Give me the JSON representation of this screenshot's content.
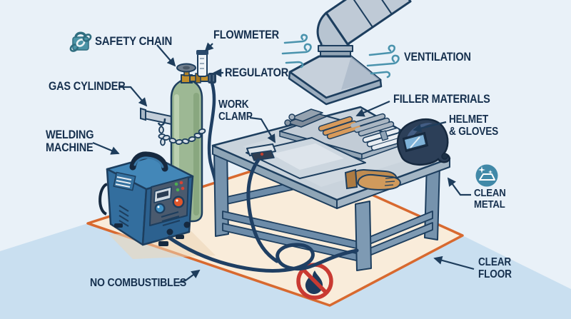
{
  "labels": {
    "safety_chain": {
      "text": "SAFETY CHAIN"
    },
    "flowmeter": {
      "text": "FLOWMETER"
    },
    "regulator": {
      "text": "REGULATOR"
    },
    "gas_cylinder": {
      "text": "GAS CYLINDER"
    },
    "welding_machine": {
      "line1": "WELDING",
      "line2": "MACHINE"
    },
    "work_clamp": {
      "line1": "WORK",
      "line2": "CLAMP"
    },
    "ventilation": {
      "text": "VENTILATION"
    },
    "filler_materials": {
      "text": "FILLER MATERIALS"
    },
    "helmet_gloves": {
      "line1": "HELMET",
      "line2": "& GLOVES"
    },
    "clean_metal": {
      "line1": "CLEAN",
      "line2": "METAL"
    },
    "clear_floor": {
      "line1": "CLEAR",
      "line2": "FLOOR"
    },
    "no_combustibles": {
      "text": "NO COMBUSTIBLES"
    }
  },
  "icons": {
    "safety_chain_icon": "padlock-with-chain",
    "ventilation_wind_icons": "wind-swirl",
    "clean_metal_icon": "sparkling-metal-badge",
    "no_open_flame_icon": "prohibited-flame"
  },
  "colors": {
    "label_text": "#16304e",
    "arrow": "#1e3d5c",
    "icon_teal": "#4189a8",
    "prohibition_red": "#c93a32",
    "zone_border_orange": "#d8692f",
    "zone_fill": "#f9ecda",
    "floor_blue": "#c9dff0",
    "wall": "#e9f1f8",
    "cylinder_green": "#9db894",
    "machine_blue": "#3b79a8",
    "orange_knob": "#e0562a",
    "table_steel": "#c9d3dc"
  }
}
